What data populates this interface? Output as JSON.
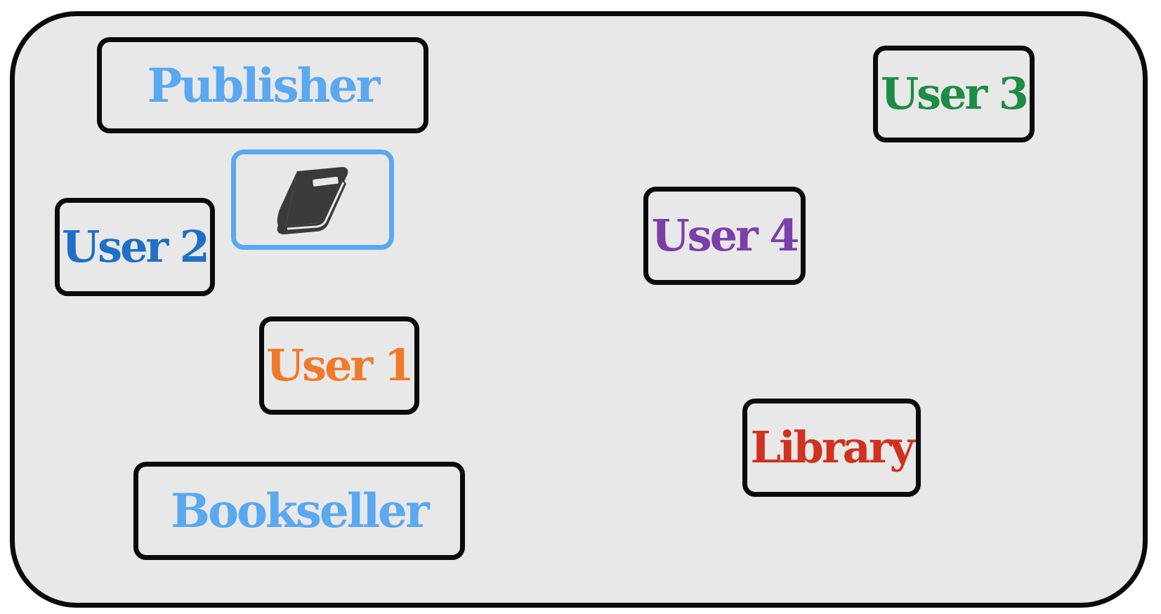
{
  "diagram": {
    "nodes": [
      {
        "id": "publisher",
        "label": "Publisher",
        "color": "#5aa8f0"
      },
      {
        "id": "user3",
        "label": "User 3",
        "color": "#1e8c45"
      },
      {
        "id": "user2",
        "label": "User 2",
        "color": "#1f6fc6"
      },
      {
        "id": "user4",
        "label": "User 4",
        "color": "#7b3fa8"
      },
      {
        "id": "user1",
        "label": "User 1",
        "color": "#f07a2b"
      },
      {
        "id": "library",
        "label": "Library",
        "color": "#d2311f"
      },
      {
        "id": "bookseller",
        "label": "Bookseller",
        "color": "#5aa8f0"
      }
    ],
    "book": {
      "icon": "book-icon",
      "border_color": "#5aa8f0",
      "icon_color": "#3a3a3a"
    }
  }
}
